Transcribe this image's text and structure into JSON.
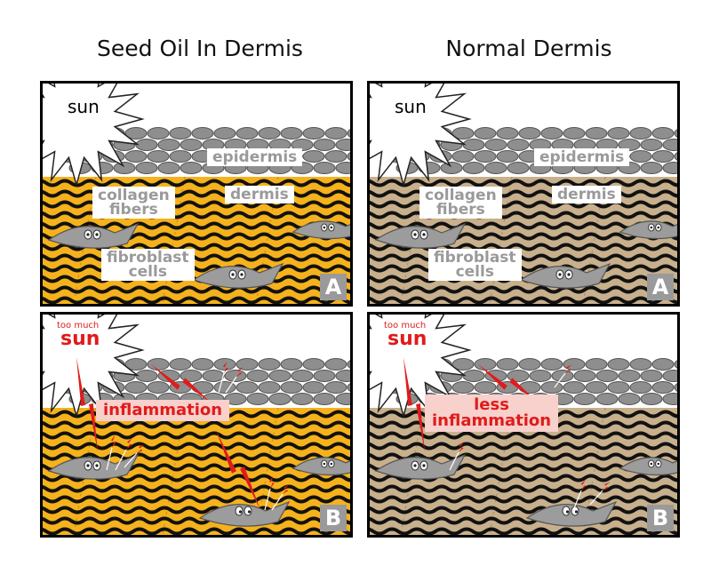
{
  "titles": {
    "left": "Seed Oil In Dermis",
    "right": "Normal Dermis"
  },
  "labels": {
    "sun": "sun",
    "epidermis": "epidermis",
    "dermis": "dermis",
    "collagen": "collagen\nfibers",
    "fibroblast": "fibroblast\ncells",
    "too_much": "too much",
    "sun_red": "sun",
    "inflammation": "inflammation",
    "less_inflammation": "less\ninflammation",
    "panel_a": "A",
    "panel_b": "B"
  },
  "colors": {
    "seed_oil_dermis": "#f5b21c",
    "normal_dermis": "#c8b08c",
    "fiber_wave": "#111111",
    "epidermis_cell": "#8e8e8e",
    "fibroblast_cell": "#9c9c9c",
    "inflammation_red": "#e01b1b",
    "inflammation_bg": "#f8d0cc"
  },
  "icons": [
    "sun-icon",
    "lightning-bolt-icon",
    "fibroblast-cell-icon",
    "epidermis-cell-icon"
  ]
}
